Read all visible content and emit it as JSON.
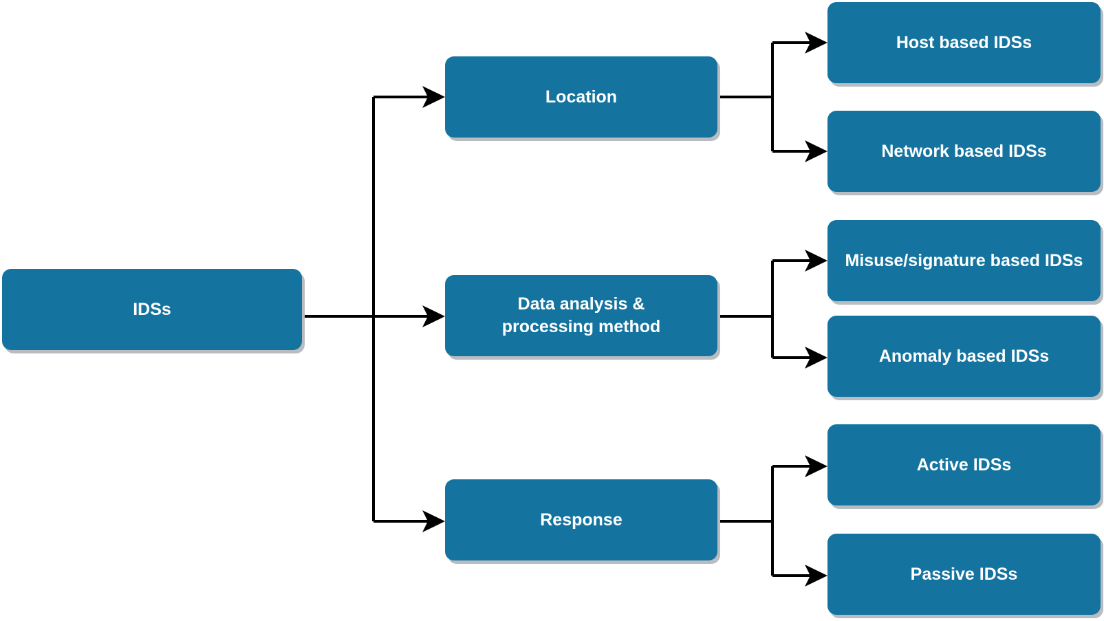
{
  "diagram": {
    "root": {
      "label": "IDSs"
    },
    "categories": [
      {
        "label": "Location",
        "children": [
          "Host based IDSs",
          "Network based IDSs"
        ]
      },
      {
        "label_lines": [
          "Data analysis &",
          "processing method"
        ],
        "children": [
          "Misuse/signature based IDSs",
          "Anomaly based IDSs"
        ]
      },
      {
        "label": "Response",
        "children": [
          "Active IDSs",
          "Passive IDSs"
        ]
      }
    ],
    "colors": {
      "node_fill": "#14749f",
      "node_text": "#ffffff",
      "node_shadow": "#b9bdc1",
      "connector": "#000000"
    }
  }
}
